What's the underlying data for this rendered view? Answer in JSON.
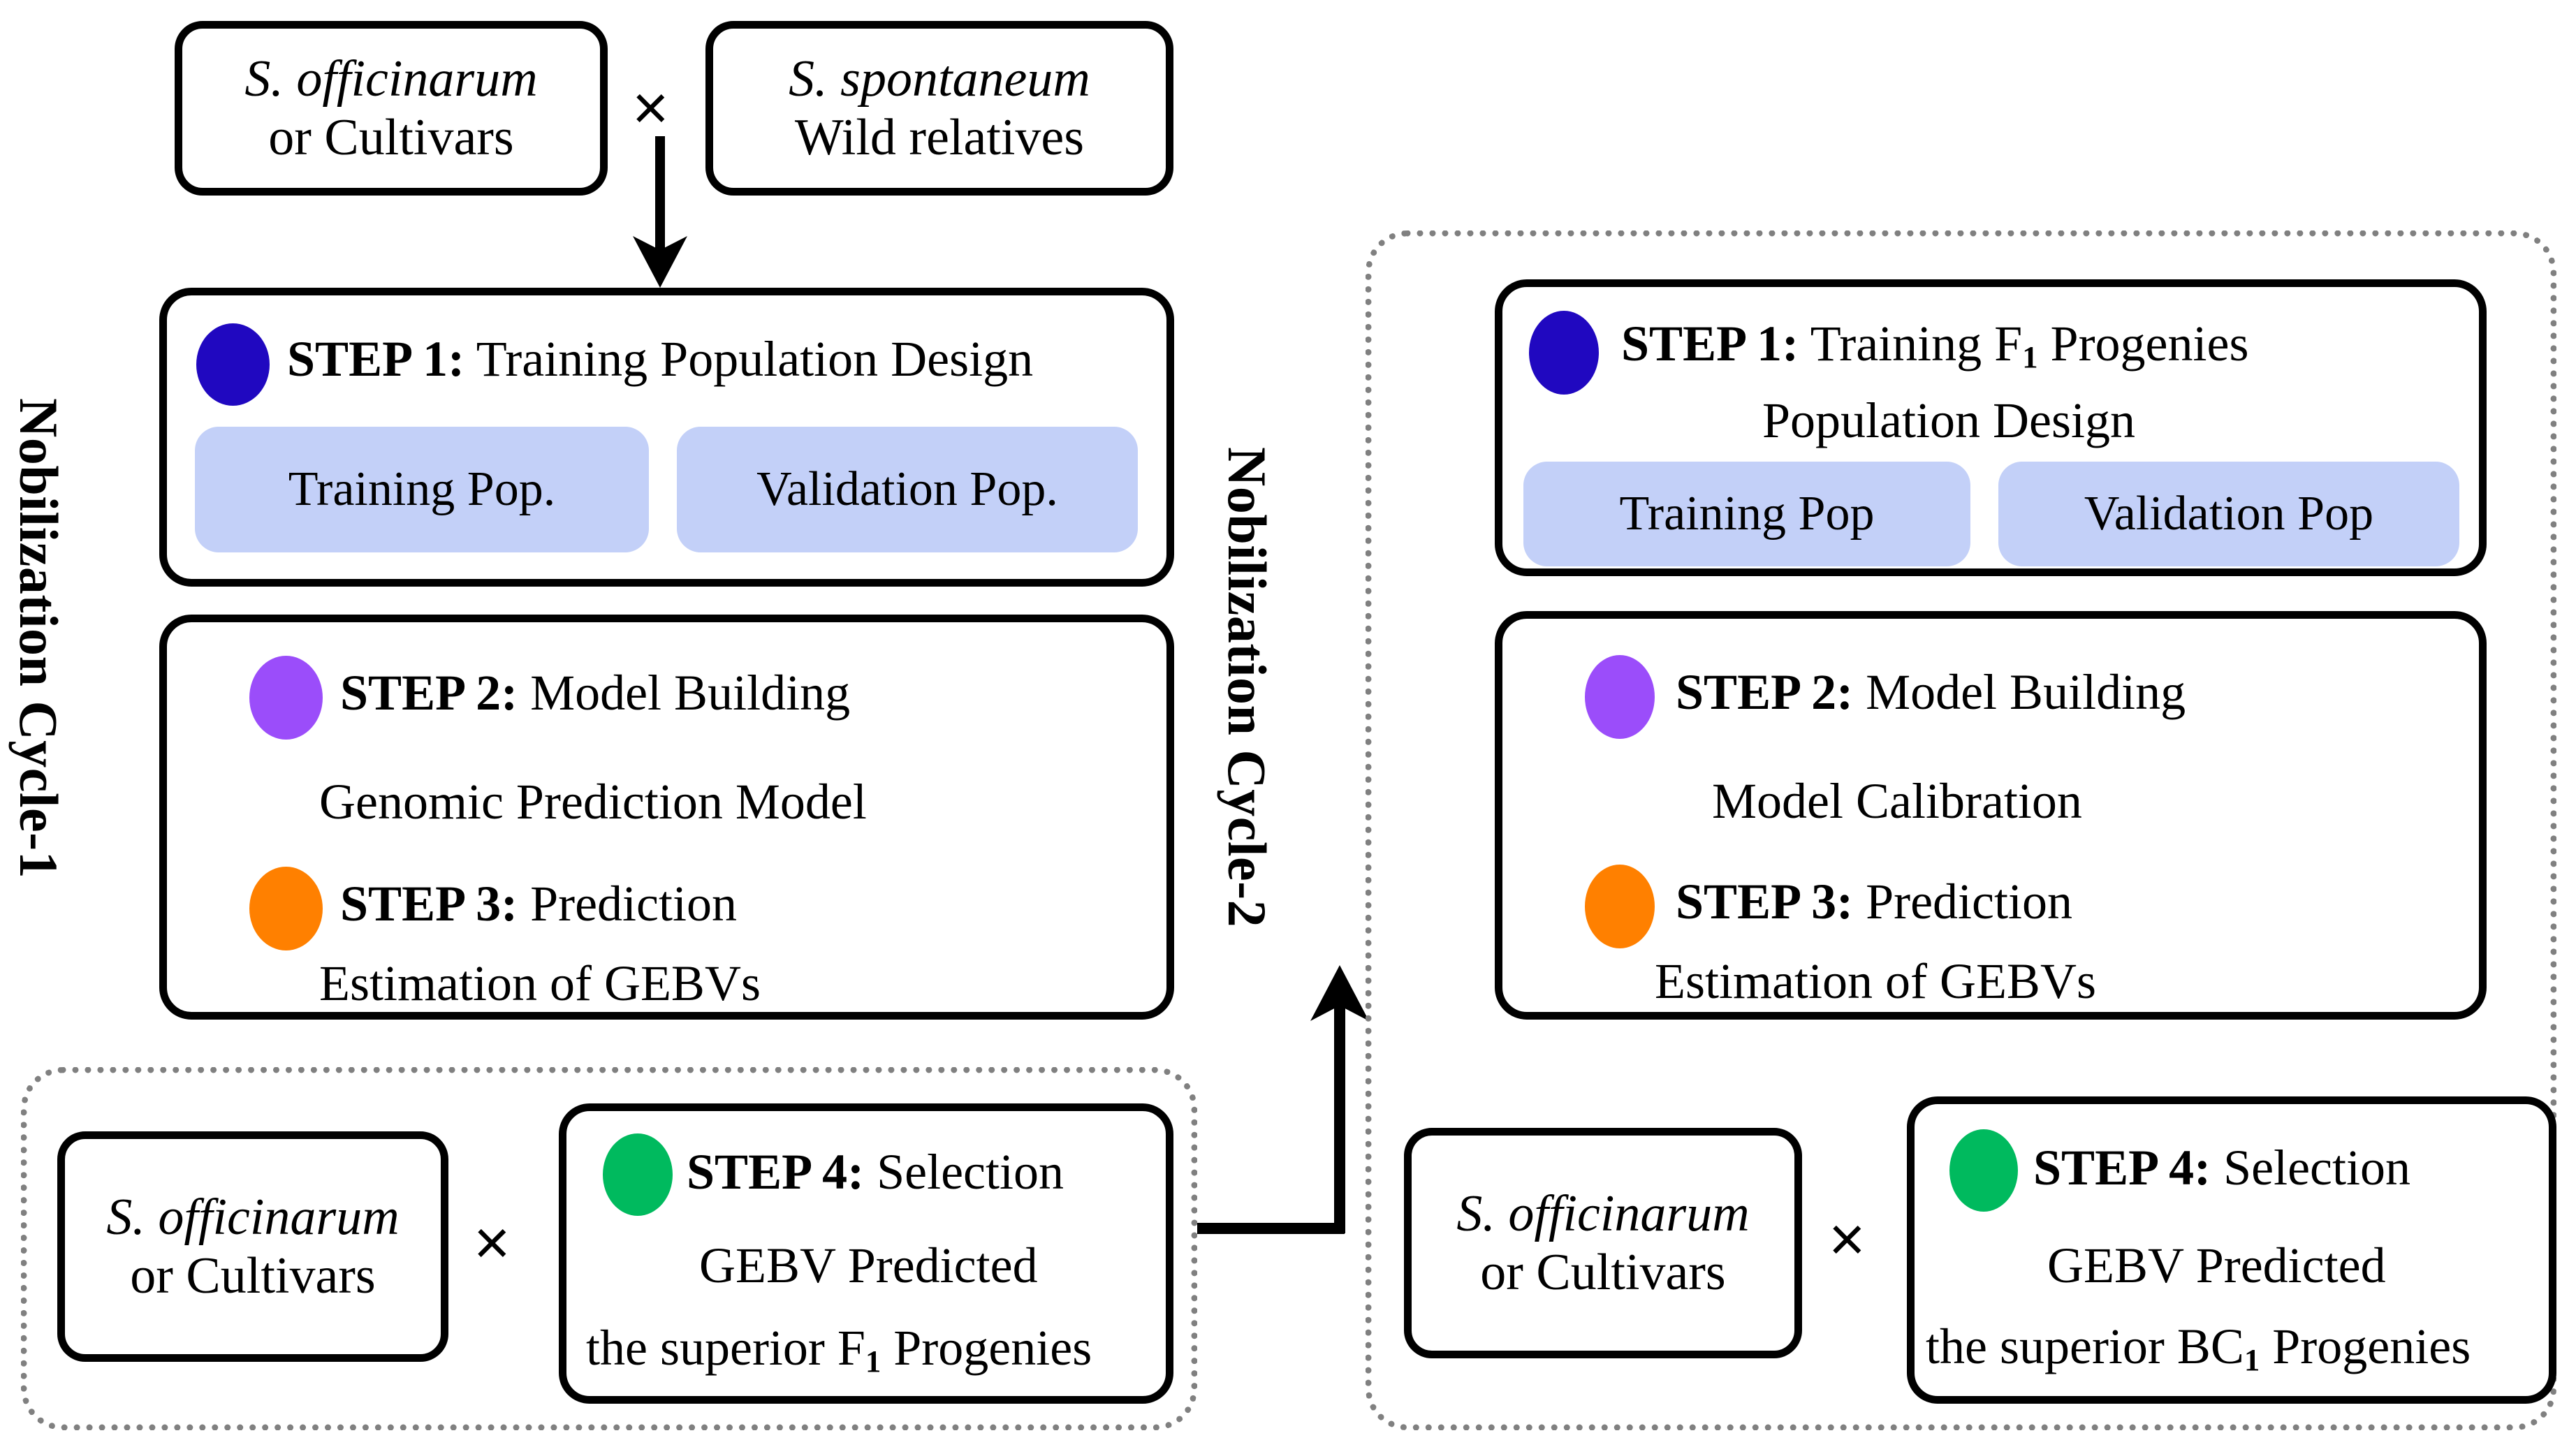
{
  "colors": {
    "step1_dot": "#2008c0",
    "step2_dot": "#9b4dfa",
    "step3_dot": "#ff8000",
    "step4_dot": "#00ba5e",
    "pop_pill": "#c3d0f8",
    "box_border": "#000000",
    "dotted_border": "#808080"
  },
  "cycle1": {
    "label": "Nobilization Cycle-1",
    "parents": {
      "left": {
        "line1": "S. officinarum",
        "line2": "or Cultivars"
      },
      "cross": "×",
      "right": {
        "line1": "S. spontaneum",
        "line2": "Wild relatives"
      }
    },
    "step1": {
      "label_bold": "STEP 1:",
      "label_rest": " Training Population Design",
      "training_pop": "Training Pop.",
      "validation_pop": "Validation Pop."
    },
    "step2": {
      "label_bold": "STEP 2:",
      "label_rest": " Model Building",
      "sub": "Genomic Prediction Model"
    },
    "step3": {
      "label_bold": "STEP 3:",
      "label_rest": " Prediction",
      "sub": "Estimation of GEBVs"
    },
    "step4": {
      "parent": {
        "line1": "S. officinarum",
        "line2": "or Cultivars"
      },
      "cross": "×",
      "label_bold": "STEP 4:",
      "label_rest": " Selection",
      "line2": "GEBV Predicted",
      "line3_a": "the superior F",
      "line3_sub": "1",
      "line3_b": " Progenies"
    }
  },
  "cycle2": {
    "label": "Nobilization Cycle-2",
    "step1": {
      "label_bold": "STEP 1:",
      "label_rest_a": " Training  F",
      "label_rest_sub": "1",
      "label_rest_b": " Progenies",
      "line2": "Population Design",
      "training_pop": "Training Pop",
      "validation_pop": "Validation Pop"
    },
    "step2": {
      "label_bold": "STEP 2:",
      "label_rest": " Model Building",
      "sub": "Model Calibration"
    },
    "step3": {
      "label_bold": "STEP 3:",
      "label_rest": " Prediction",
      "sub": "Estimation of GEBVs"
    },
    "step4": {
      "parent": {
        "line1": "S. officinarum",
        "line2": "or Cultivars"
      },
      "cross": "×",
      "label_bold": "STEP 4:",
      "label_rest": " Selection",
      "line2": "GEBV Predicted",
      "line3_a": "the superior BC",
      "line3_sub": "1",
      "line3_b": " Progenies"
    }
  }
}
